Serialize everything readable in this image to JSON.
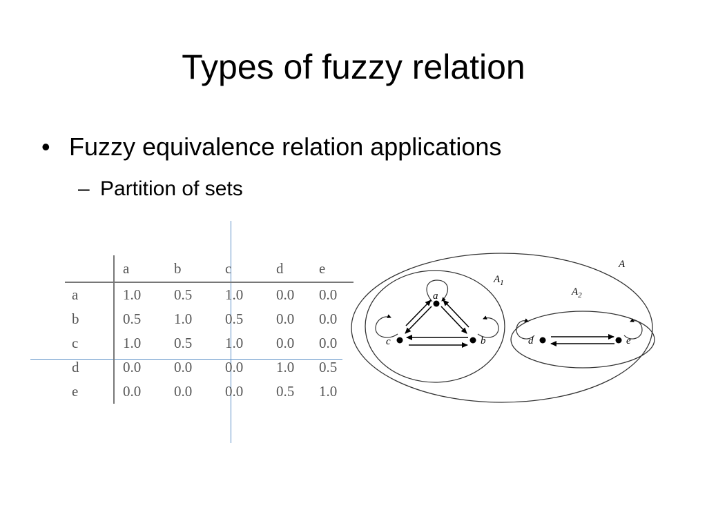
{
  "slide": {
    "title": "Types of fuzzy relation",
    "bullet1": {
      "marker": "•",
      "text": "Fuzzy equivalence relation applications"
    },
    "bullet2": {
      "marker": "–",
      "text": "Partition of sets"
    }
  },
  "table": {
    "columns": [
      "a",
      "b",
      "c",
      "d",
      "e"
    ],
    "rows": [
      {
        "label": "a",
        "values": [
          "1.0",
          "0.5",
          "1.0",
          "0.0",
          "0.0"
        ]
      },
      {
        "label": "b",
        "values": [
          "0.5",
          "1.0",
          "0.5",
          "0.0",
          "0.0"
        ]
      },
      {
        "label": "c",
        "values": [
          "1.0",
          "0.5",
          "1.0",
          "0.0",
          "0.0"
        ]
      },
      {
        "label": "d",
        "values": [
          "0.0",
          "0.0",
          "0.0",
          "1.0",
          "0.5"
        ]
      },
      {
        "label": "e",
        "values": [
          "0.0",
          "0.0",
          "0.0",
          "0.5",
          "1.0"
        ]
      }
    ]
  },
  "diagram": {
    "outer_set": {
      "name": "A"
    },
    "subset_1": {
      "name": "A",
      "subscript": "1",
      "nodes": [
        "a",
        "b",
        "c"
      ]
    },
    "subset_2": {
      "name": "A",
      "subscript": "2",
      "nodes": [
        "d",
        "e"
      ]
    },
    "edges": [
      {
        "from": "a",
        "to": "b"
      },
      {
        "from": "b",
        "to": "a"
      },
      {
        "from": "a",
        "to": "c"
      },
      {
        "from": "c",
        "to": "a"
      },
      {
        "from": "b",
        "to": "c"
      },
      {
        "from": "c",
        "to": "b"
      },
      {
        "from": "d",
        "to": "e"
      },
      {
        "from": "e",
        "to": "d"
      }
    ],
    "self_loops": [
      "a",
      "b",
      "c",
      "d",
      "e"
    ]
  }
}
